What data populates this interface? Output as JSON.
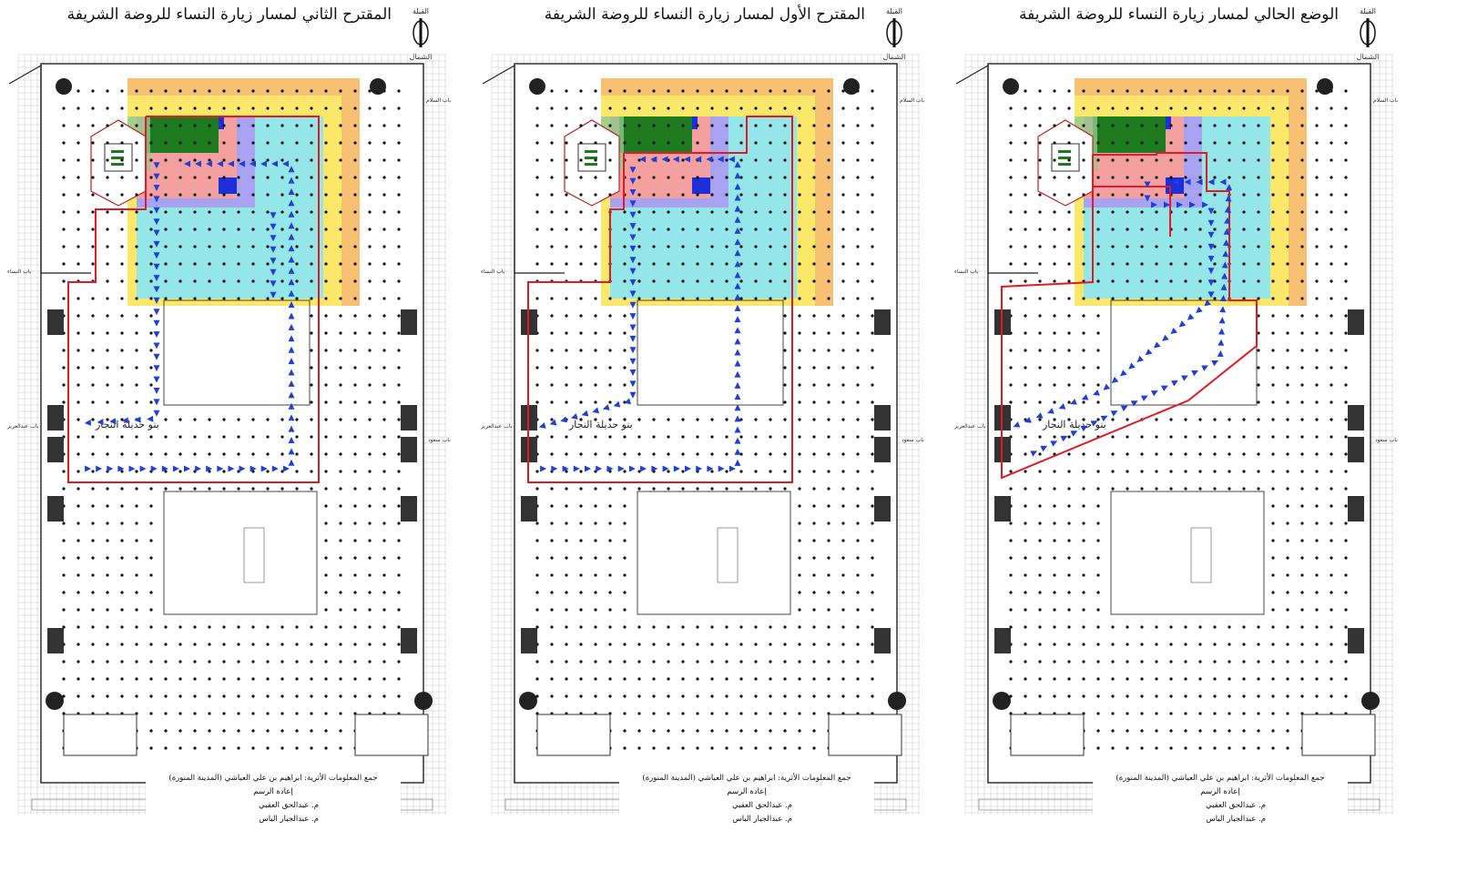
{
  "colors": {
    "green_dark": "#1e7a1e",
    "green_light": "#8fc98f",
    "red_zone": "#f5a0a0",
    "purple_zone": "#a7a3f0",
    "cyan_zone": "#8fe6f0",
    "yellow_zone": "#fbec6a",
    "orange_zone": "#f7b55a",
    "route_red": "#e01b24",
    "arrow_blue": "#1f3fd6",
    "grid_line": "#c8c8c8"
  },
  "panels": [
    {
      "id": "current",
      "title": "الوضع الحالي لمسار زيارة النساء للروضة الشريفة",
      "north": {
        "qibla": "القبلة",
        "north": "الشمال"
      }
    },
    {
      "id": "proposal-1",
      "title": "المقترح الأول لمسار زيارة النساء للروضة الشريفة",
      "north": {
        "qibla": "القبلة",
        "north": "الشمال"
      }
    },
    {
      "id": "proposal-2",
      "title": "المقترح الثاني لمسار زيارة النساء للروضة الشريفة",
      "north": {
        "qibla": "القبلة",
        "north": "الشمال"
      }
    }
  ],
  "plan_labels": {
    "najjar": "بنو حديلة النجار",
    "bab_salam": "باب السلام",
    "bab_nisa": "باب النساء",
    "bab_abdulaziz": "باب عبدالعزيز",
    "bab_saud": "باب سعود"
  },
  "credits": {
    "info_line": "جمع المعلومات الأثرية: ابراهيم بن علي العياشي (المدينة المنورة)",
    "redraw": "إعادة الرسم",
    "name_1": "م. عبدالحق العقبي",
    "name_2": "م. عبدالجبار الياس"
  }
}
